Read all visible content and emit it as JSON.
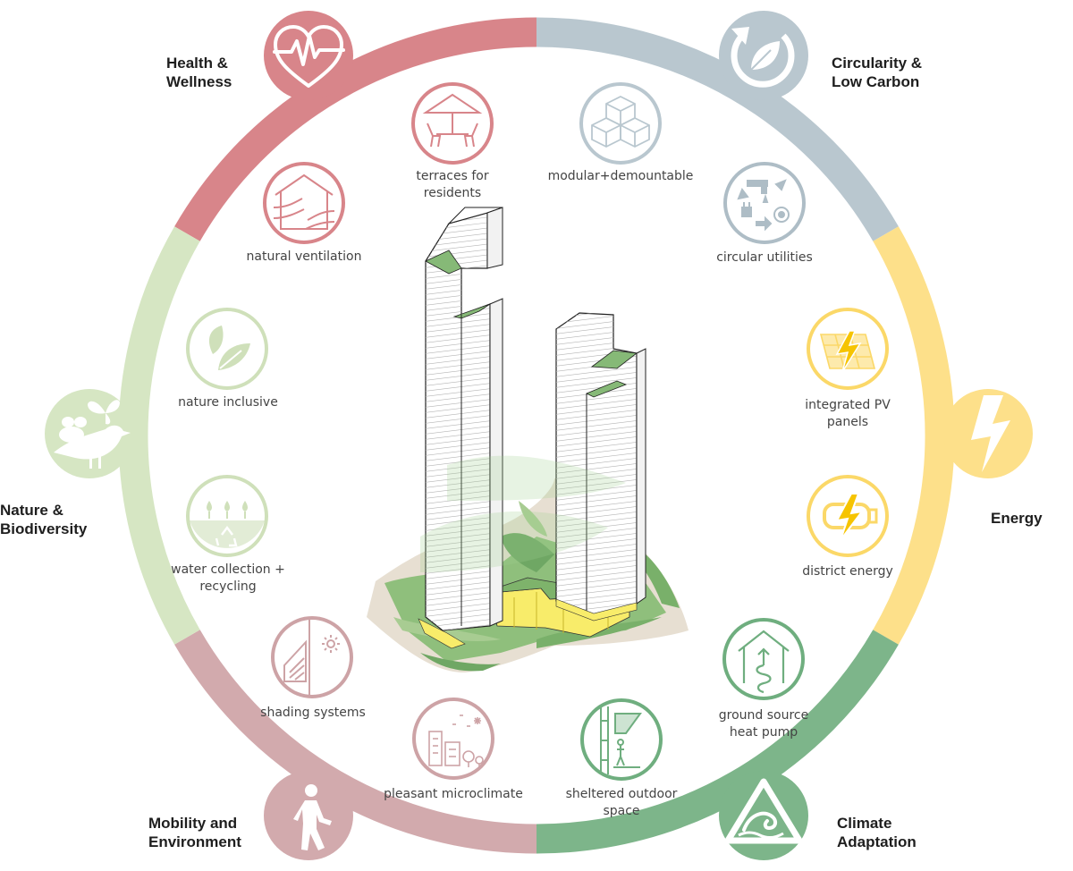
{
  "categories": {
    "health": {
      "label": "Health &\nWellness",
      "color": "#d8858a",
      "icon": "heart-pulse-icon"
    },
    "circularity": {
      "label": "Circularity &\nLow Carbon",
      "color": "#b9c7cf",
      "icon": "cycle-leaf-icon"
    },
    "energy": {
      "label": "Energy",
      "color": "#fde08a",
      "icon": "lightning-icon"
    },
    "nature": {
      "label": "Nature &\nBiodiversity",
      "color": "#d6e6c3",
      "icon": "bird-butterfly-bee-icon"
    },
    "mobility": {
      "label": "Mobility and\nEnvironment",
      "color": "#d2aaad",
      "icon": "walking-person-icon"
    },
    "climate": {
      "label": "Climate\nAdaptation",
      "color": "#7db58a",
      "icon": "wave-warning-icon"
    }
  },
  "strategies": {
    "terraces": {
      "label": "terraces for\nresidents",
      "color": "#d8858a",
      "icon": "terrace-table-icon"
    },
    "modular": {
      "label": "modular+demountable",
      "color": "#b9c7cf",
      "icon": "stacked-cubes-icon"
    },
    "ventilation": {
      "label": "natural ventilation",
      "color": "#d8858a",
      "icon": "house-airflow-icon"
    },
    "utilities": {
      "label": "circular utilities",
      "color": "#aebdc6",
      "icon": "utility-cycle-icon"
    },
    "nature_inclusive": {
      "label": "nature inclusive",
      "color": "#cfe0ba",
      "icon": "leaves-icon"
    },
    "pv": {
      "label": "integrated PV\npanels",
      "color": "#fbd868",
      "icon": "solar-panel-icon"
    },
    "water": {
      "label": "water collection +\nrecycling",
      "color": "#cfe0ba",
      "icon": "water-recycle-icon"
    },
    "district": {
      "label": "district energy",
      "color": "#fbd868",
      "icon": "battery-bolt-icon"
    },
    "shading": {
      "label": "shading systems",
      "color": "#cda3a6",
      "icon": "shading-window-icon"
    },
    "heat_pump": {
      "label": "ground source\nheat pump",
      "color": "#6fae7f",
      "icon": "house-heat-pipe-icon"
    },
    "microclimate": {
      "label": "pleasant microclimate",
      "color": "#cda3a6",
      "icon": "city-trees-icon"
    },
    "sheltered": {
      "label": "sheltered outdoor\nspace",
      "color": "#6fae7f",
      "icon": "balcony-person-icon"
    }
  }
}
